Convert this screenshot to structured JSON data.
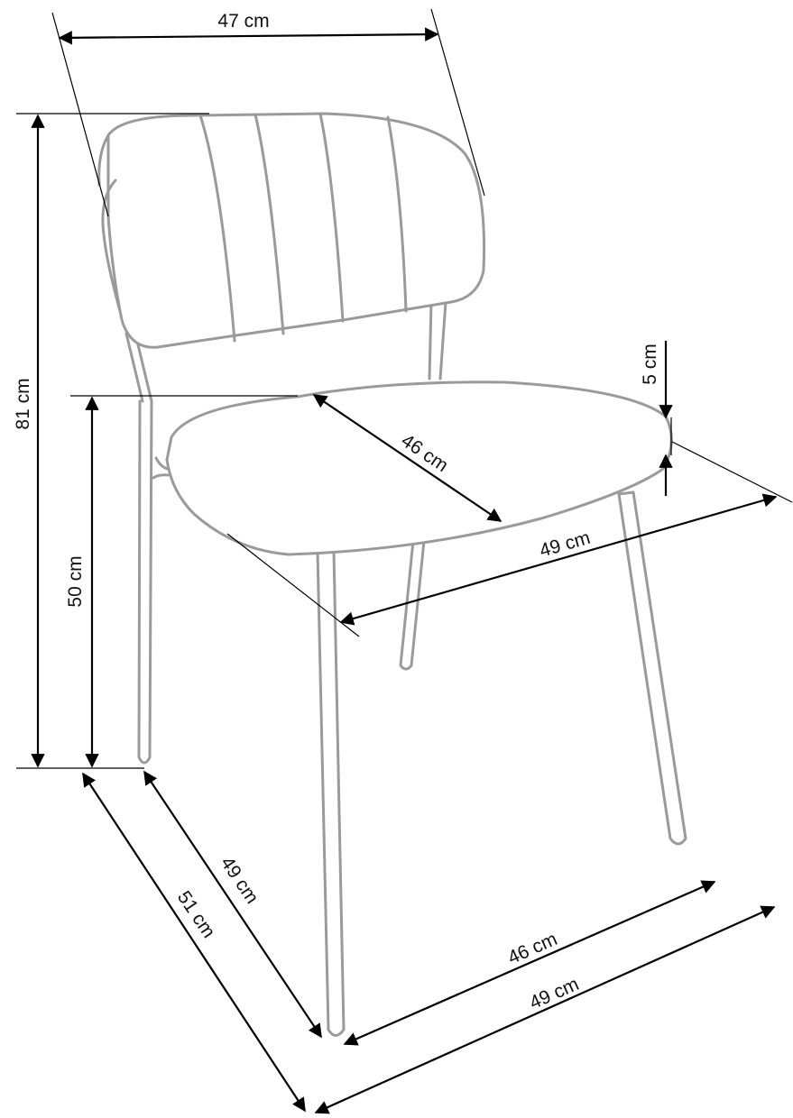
{
  "diagram": {
    "dimensions": {
      "backrest_width": "47 cm",
      "total_height": "81 cm",
      "seat_height": "50 cm",
      "seat_diagonal": "46 cm",
      "seat_thickness": "5 cm",
      "seat_depth_top": "49 cm",
      "leg_span_left_inner": "49 cm",
      "leg_span_left_outer": "51 cm",
      "leg_span_front_inner": "46 cm",
      "leg_span_front_outer": "49 cm"
    },
    "colors": {
      "outline": "#9a9a9a",
      "dimension": "#000000",
      "background": "#ffffff"
    }
  }
}
